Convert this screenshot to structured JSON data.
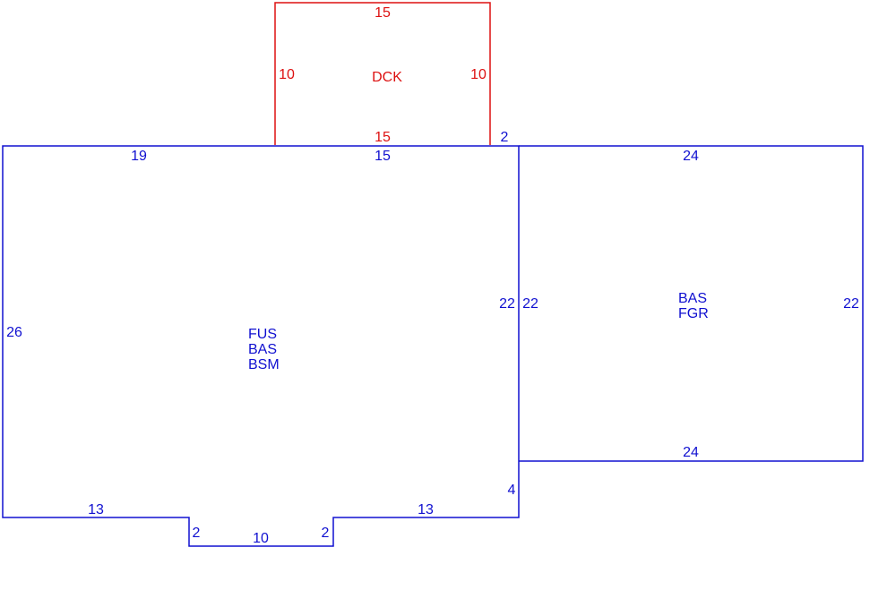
{
  "colors": {
    "main": "#1010d0",
    "deck": "#dd1111"
  },
  "deck": {
    "code": "DCK",
    "top": "15",
    "bottom": "15",
    "left": "10",
    "right": "10"
  },
  "main_house": {
    "codes": [
      "FUS",
      "BAS",
      "BSM"
    ],
    "top_left": "19",
    "top_mid": "15",
    "step_right": "2",
    "right": "22",
    "left": "26",
    "bottom_left": "13",
    "bottom_right": "13",
    "notch_left": "2",
    "notch_bottom": "10",
    "notch_right": "2",
    "right_lower": "4"
  },
  "garage": {
    "codes": [
      "BAS",
      "FGR"
    ],
    "top": "24",
    "bottom": "24",
    "left": "22",
    "right": "22"
  }
}
